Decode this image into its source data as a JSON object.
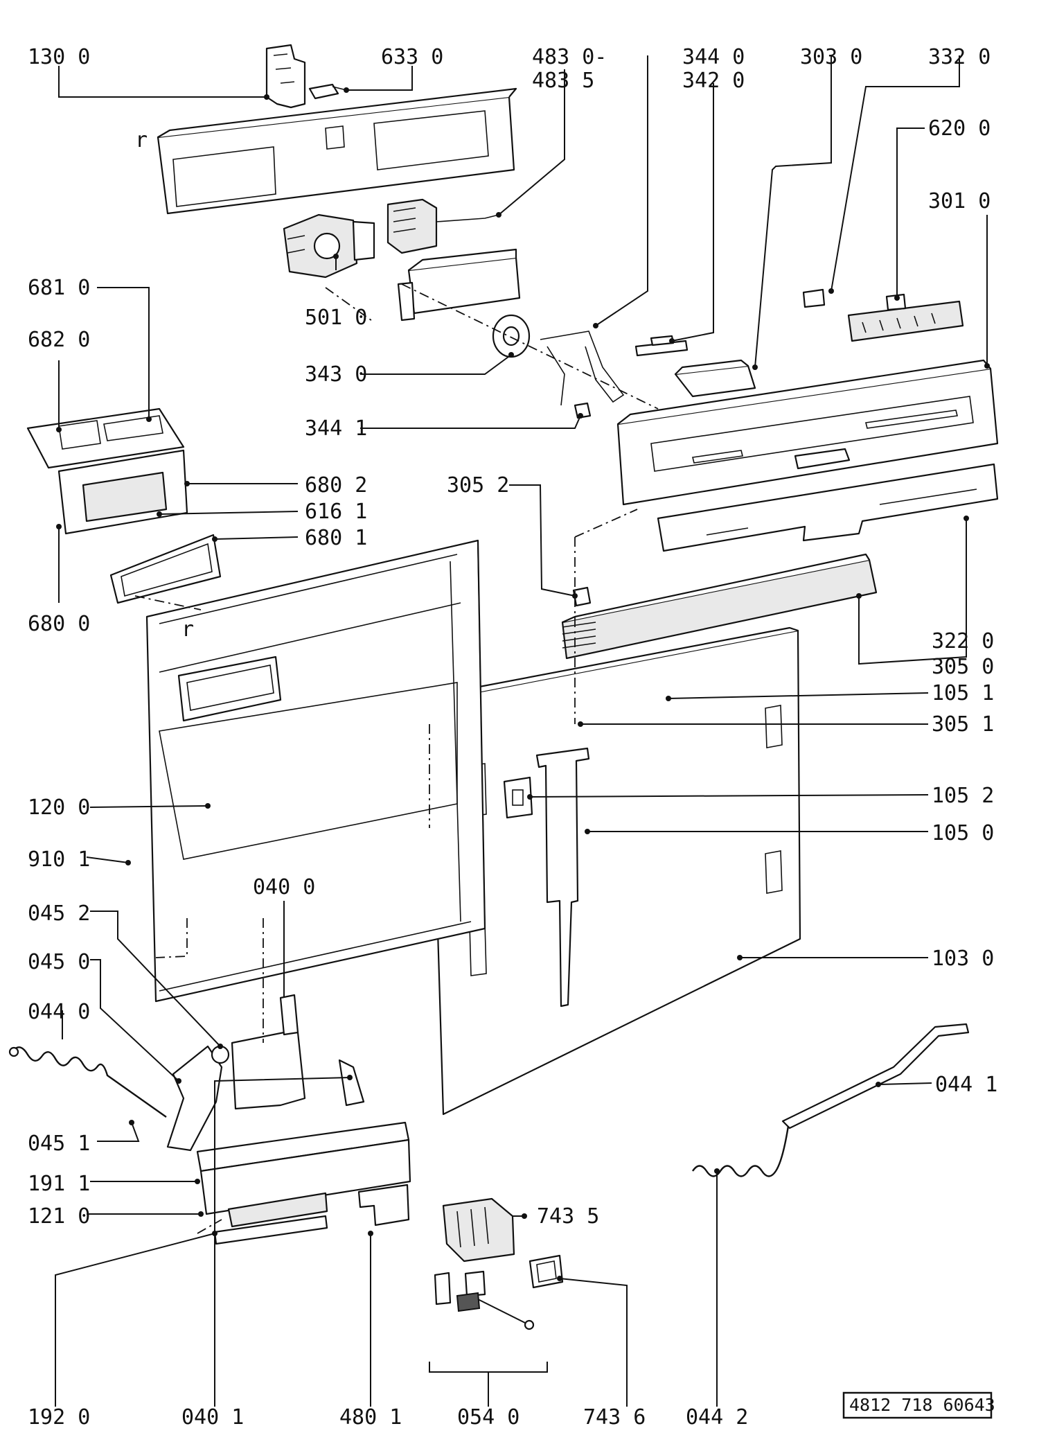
{
  "document_number": "4812 718 60643",
  "callouts": [
    "130 0",
    "633 0",
    "483 0-",
    "483 5",
    "344 0",
    "342 0",
    "303 0",
    "332 0",
    "620 0",
    "301 0",
    "681 0",
    "682 0",
    "501 0",
    "343 0",
    "344 1",
    "680 2",
    "616 1",
    "680 1",
    "680 0",
    "305 2",
    "322 0",
    "305 0",
    "105 1",
    "305 1",
    "105 2",
    "105 0",
    "120 0",
    "910 1",
    "040 0",
    "045 2",
    "045 0",
    "044 0",
    "103 0",
    "044 1",
    "045 1",
    "191 1",
    "121 0",
    "743 5",
    "192 0",
    "040 1",
    "480 1",
    "054 0",
    "743 6",
    "044 2"
  ],
  "marks": [
    "r",
    "r"
  ]
}
